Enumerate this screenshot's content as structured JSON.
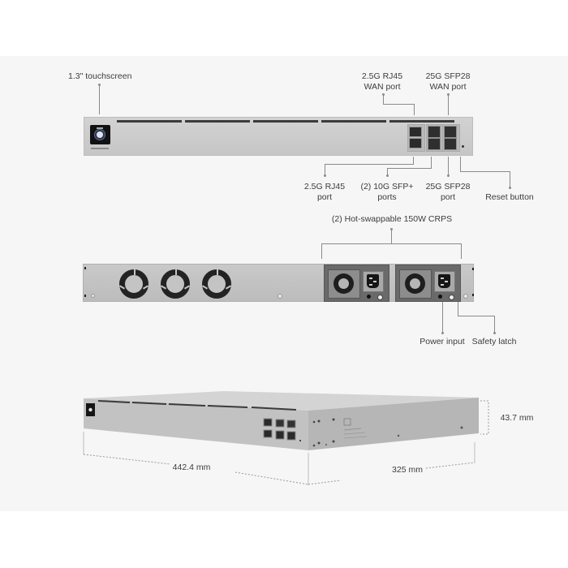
{
  "figure": {
    "background": "#f6f6f6",
    "front_view": {
      "callouts_top": [
        {
          "id": "touchscreen",
          "text": "1.3\" touchscreen"
        },
        {
          "id": "rj45-wan",
          "line1": "2.5G RJ45",
          "line2": "WAN port"
        },
        {
          "id": "sfp28-wan",
          "line1": "25G SFP28",
          "line2": "WAN port"
        }
      ],
      "callouts_bottom": [
        {
          "id": "rj45-port",
          "line1": "2.5G RJ45",
          "line2": "port"
        },
        {
          "id": "sfp-plus-ports",
          "line1": "(2) 10G SFP+",
          "line2": "ports"
        },
        {
          "id": "sfp28-port",
          "line1": "25G SFP28",
          "line2": "port"
        },
        {
          "id": "reset-button",
          "line1": "Reset button"
        }
      ]
    },
    "rear_view": {
      "psu_label": "(2) Hot-swappable 150W CRPS",
      "callouts_bottom": [
        {
          "id": "power-input",
          "text": "Power input"
        },
        {
          "id": "safety-latch",
          "text": "Safety latch"
        }
      ],
      "fan_count": 3,
      "psu_count": 2
    },
    "dimensions_view": {
      "width": "442.4 mm",
      "depth": "325 mm",
      "height": "43.7 mm"
    },
    "colors": {
      "chassis": "#c8c8c8",
      "vent": "#3b3b3b",
      "leader_line": "#8a8a8a",
      "label_text": "#3c3c3c"
    }
  }
}
